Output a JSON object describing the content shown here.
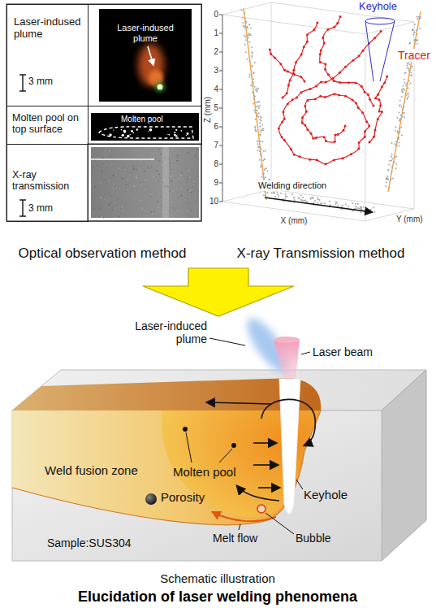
{
  "diagram": {
    "title": "Elucidation of laser welding phenomena",
    "nodes": [
      {
        "text": [
          "Laser-indused plume",
          "3 mm"
        ]
      },
      {
        "text": [
          "Laser-indused plume"
        ]
      },
      {
        "text": [
          "Molten pool on top surface"
        ]
      },
      {
        "text": [
          "Molten pool"
        ]
      },
      {
        "text": [
          "X-ray transmission",
          "3 mm"
        ]
      }
    ],
    "labels": [
      "Keyhole",
      "Tracer",
      "0",
      "1",
      "2",
      "3",
      "4",
      "5",
      "6",
      "7",
      "8",
      "9",
      "10",
      "Z (mm)",
      "Welding direction",
      "X (mm)",
      "Y (mm)",
      "Optical observation method",
      "X-ray Transmission method",
      "Laser-induced plume",
      "Laser beam",
      "Weld fusion zone",
      "Molten pool",
      "Porosity",
      "Keyhole",
      "Sample:SUS304",
      "Melt flow",
      "Bubble",
      "Schematic illustration"
    ]
  }
}
